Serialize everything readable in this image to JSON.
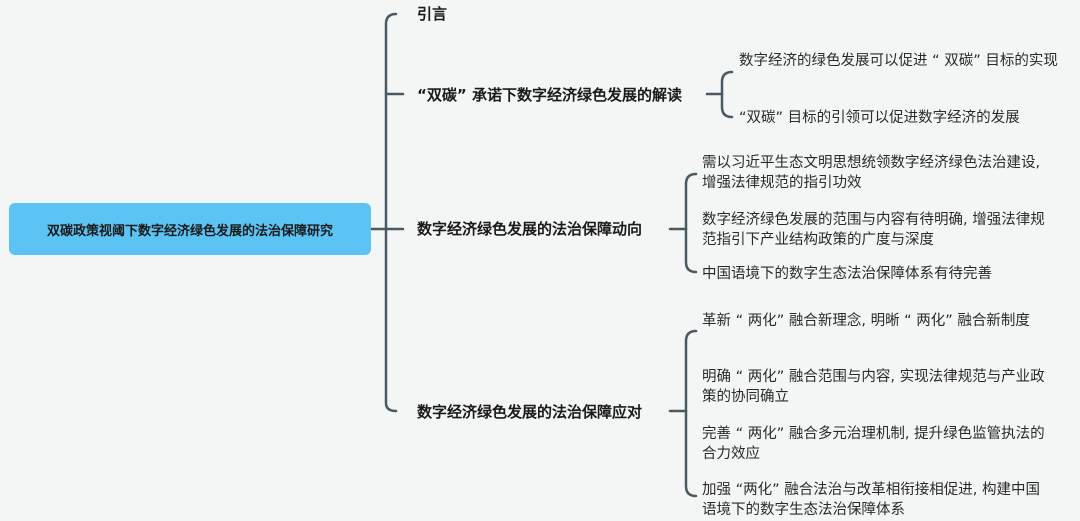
{
  "root": {
    "title": "双碳政策视阈下数字经济绿色发展的法治保障研究"
  },
  "branches": [
    {
      "title": "引言",
      "children": []
    },
    {
      "title": "“双碳” 承诺下数字经济绿色发展的解读",
      "children": [
        "数字经济的绿色发展可以促进 “ 双碳” 目标的实现",
        "“双碳” 目标的引领可以促进数字经济的发展"
      ]
    },
    {
      "title": "数字经济绿色发展的法治保障动向",
      "children": [
        "需以习近平生态文明思想统领数字经济绿色法治建设, 增强法律规范的指引功效",
        "数字经济绿色发展的范围与内容有待明确, 增强法律规范指引下产业结构政策的广度与深度",
        "中国语境下的数字生态法治保障体系有待完善"
      ]
    },
    {
      "title": "数字经济绿色发展的法治保障应对",
      "children": [
        "革新 “ 两化” 融合新理念, 明晰 “ 两化” 融合新制度",
        "明确 “ 两化” 融合范围与内容, 实现法律规范与产业政策的协同确立",
        "完善 “ 两化” 融合多元治理机制, 提升绿色监管执法的合力效应",
        "加强 “两化” 融合法治与改革相衔接相促进, 构建中国语境下的数字生态法治保障体系"
      ]
    }
  ]
}
